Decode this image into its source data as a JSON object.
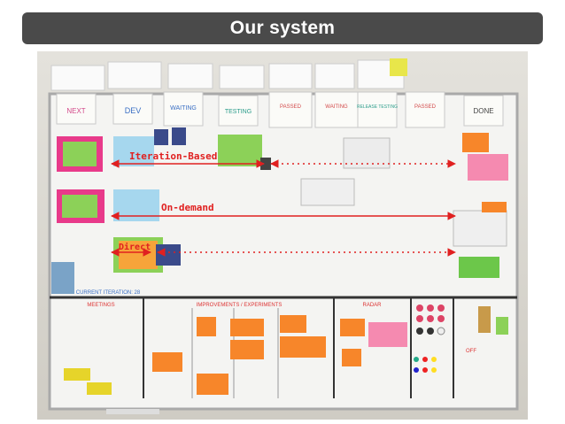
{
  "slide": {
    "title": "Our system"
  },
  "board": {
    "columns": [
      "NEXT",
      "DEV",
      "WAITING",
      "TESTING",
      "PASSED",
      "WAITING",
      "RELEASE TESTING",
      "PASSED",
      "DONE"
    ],
    "labels": {
      "iteration": "Iteration-Based",
      "ondemand": "On-demand",
      "direct": "Direct"
    },
    "bottom_sections": [
      "MEETINGS",
      "IMPROVEMENTS / EXPERIMENTS",
      "RADAR",
      "OFF"
    ],
    "current_iteration": "CURRENT ITERATION: 28"
  },
  "colors": {
    "title_bg": "#4a4a4a",
    "arrow": "#e02020",
    "label_text": "#e02020"
  }
}
